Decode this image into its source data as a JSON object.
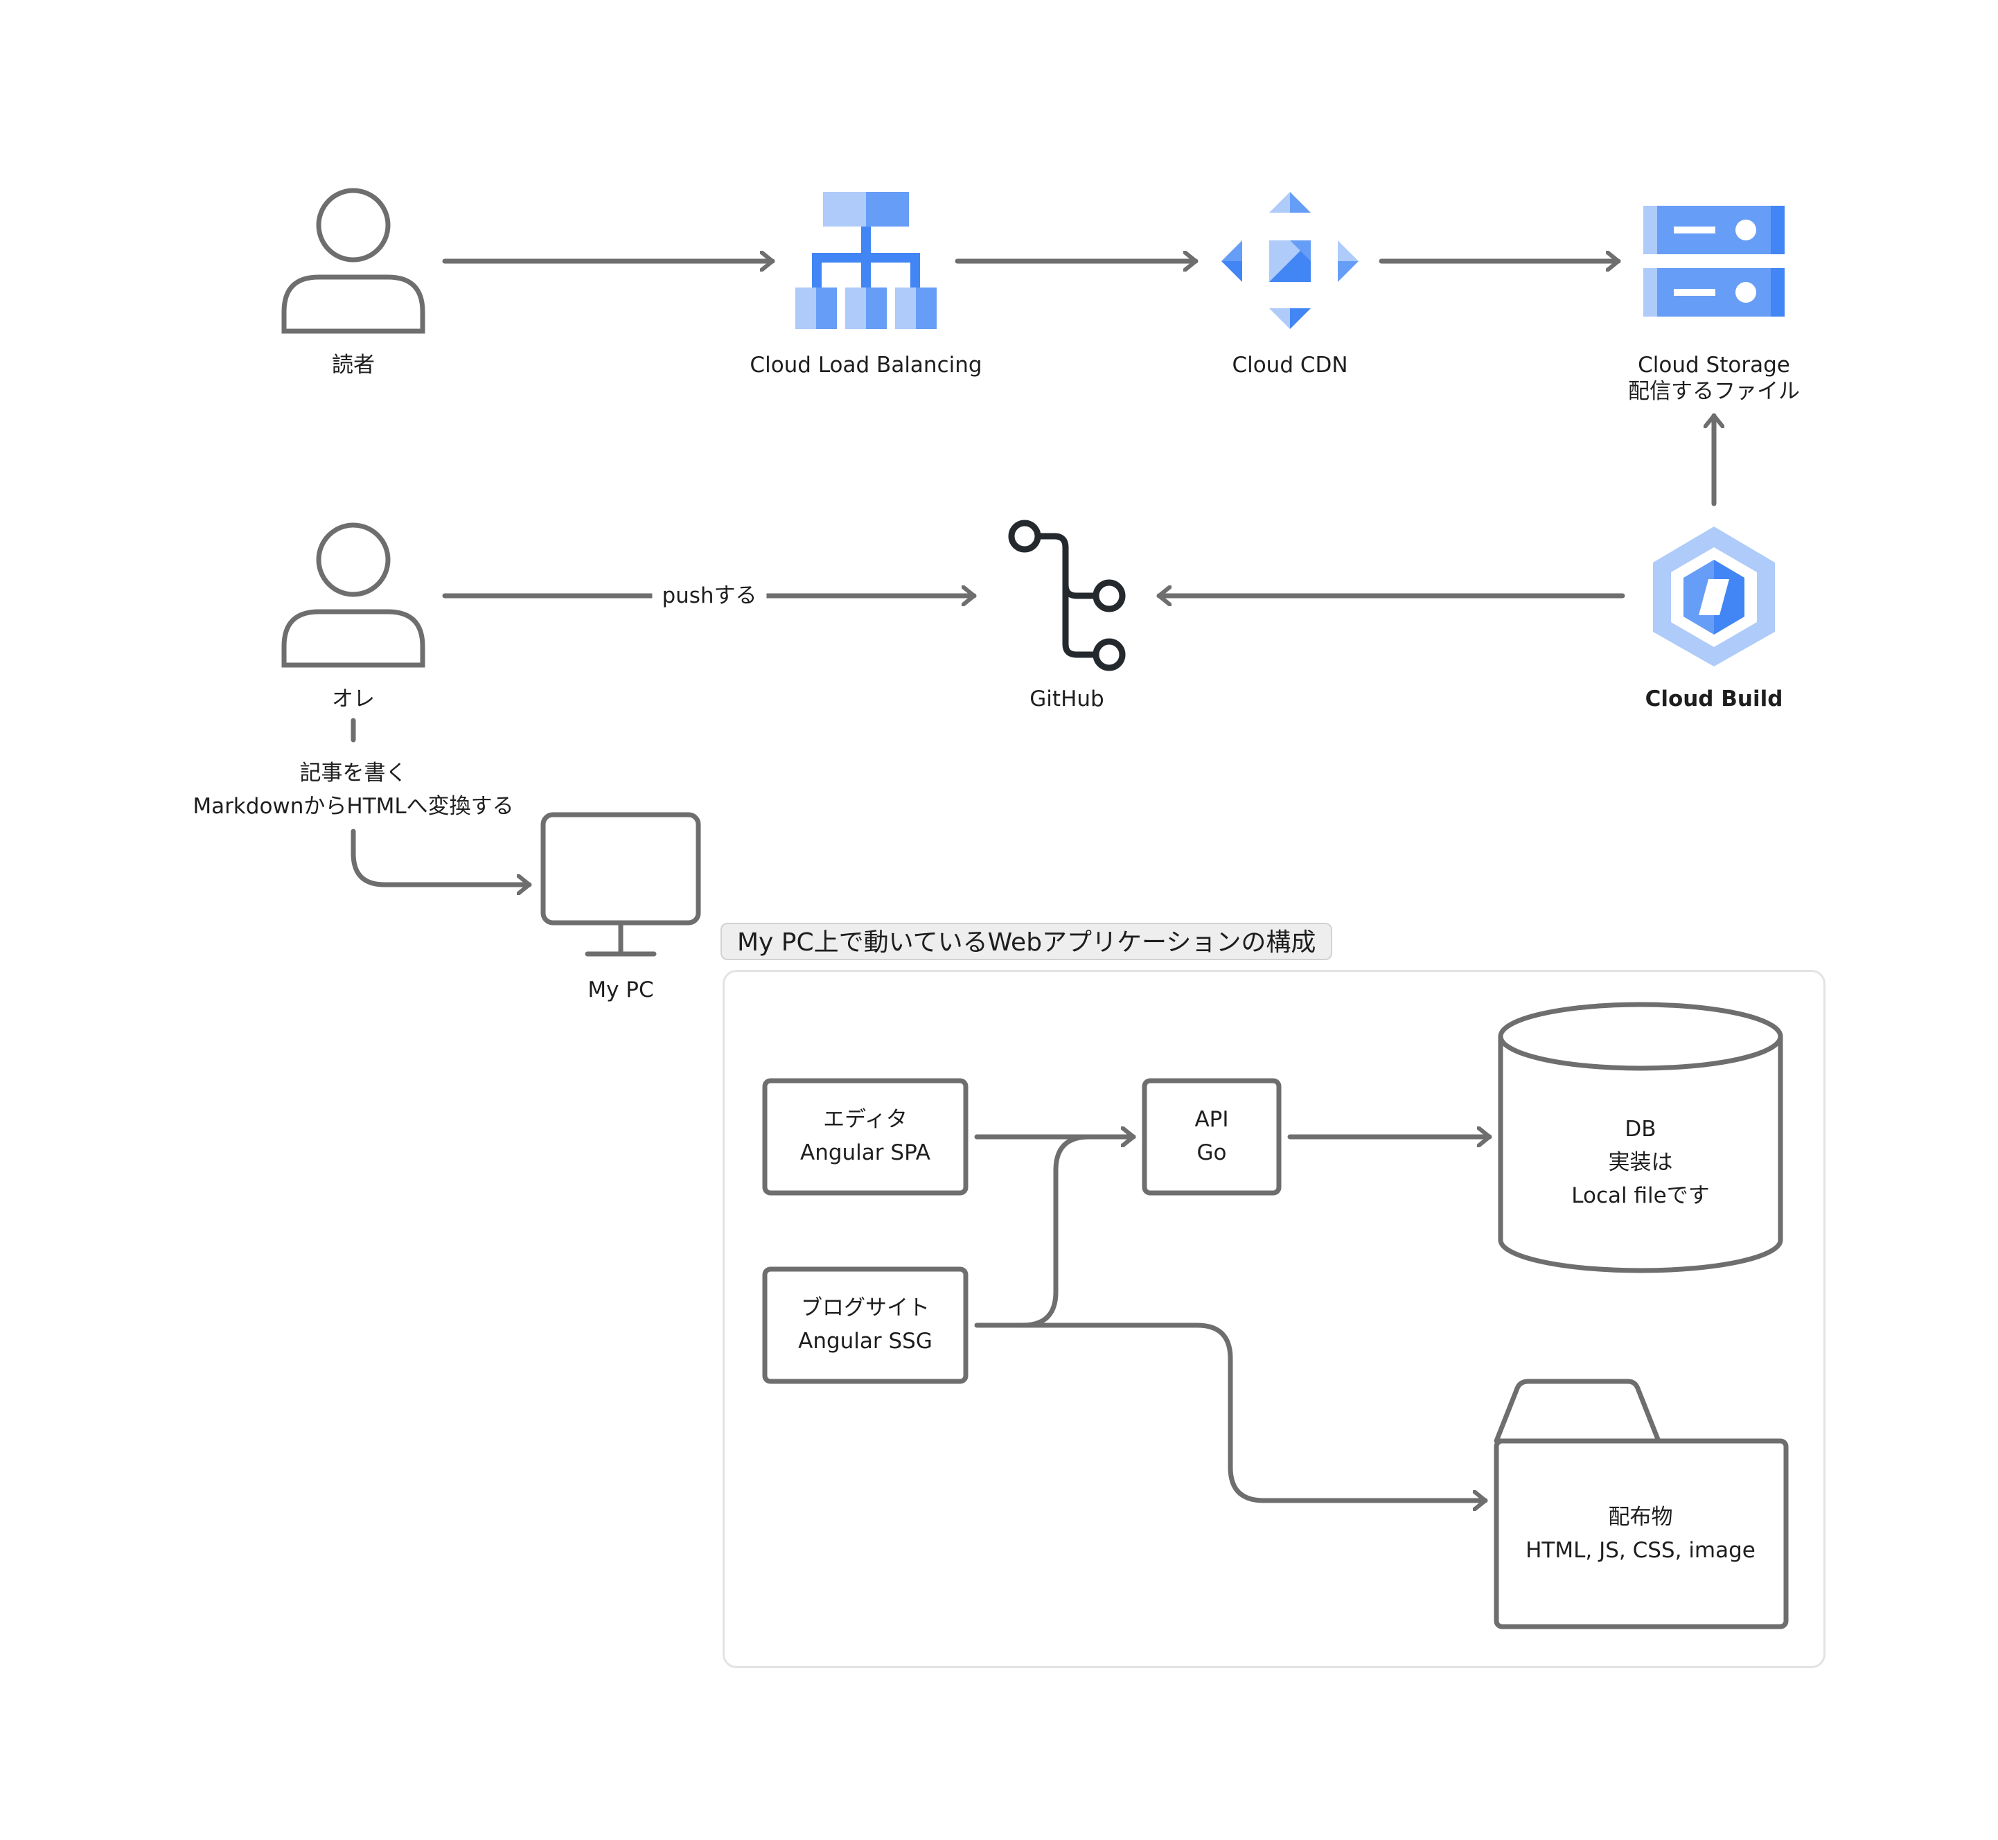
{
  "nodes": {
    "reader": {
      "label": "読者"
    },
    "load_balancing": {
      "label": "Cloud Load Balancing"
    },
    "cdn": {
      "label": "Cloud CDN"
    },
    "storage": {
      "line1": "Cloud Storage",
      "line2": "配信するファイル"
    },
    "me": {
      "label": "オレ"
    },
    "github": {
      "label": "GitHub"
    },
    "cloud_build": {
      "label": "Cloud Build"
    },
    "my_pc": {
      "label": "My PC"
    },
    "editor": {
      "line1": "エディタ",
      "line2": "Angular SPA"
    },
    "blog": {
      "line1": "ブログサイト",
      "line2": "Angular SSG"
    },
    "api": {
      "line1": "API",
      "line2": "Go"
    },
    "db": {
      "line1": "DB",
      "line2": "実装は",
      "line3": "Local fileです"
    },
    "artifact": {
      "line1": "配布物",
      "line2": "HTML, JS, CSS, image"
    }
  },
  "edges": {
    "push": "pushする",
    "write": {
      "line1": "記事を書く",
      "line2": "MarkdownからHTMLへ変換する"
    }
  },
  "frame": {
    "title": "My PC上で動いているWebアプリケーションの構成"
  },
  "colors": {
    "line": "#6e6e6e",
    "gcp_light": "#aecbfa",
    "gcp_mid": "#669df6",
    "gcp_dark": "#4285f4",
    "github": "#24292e"
  },
  "icons": [
    "user-icon",
    "cloud-load-balancing-icon",
    "cloud-cdn-icon",
    "cloud-storage-icon",
    "git-branch-icon",
    "cloud-build-icon",
    "monitor-icon",
    "database-icon",
    "folder-icon"
  ]
}
